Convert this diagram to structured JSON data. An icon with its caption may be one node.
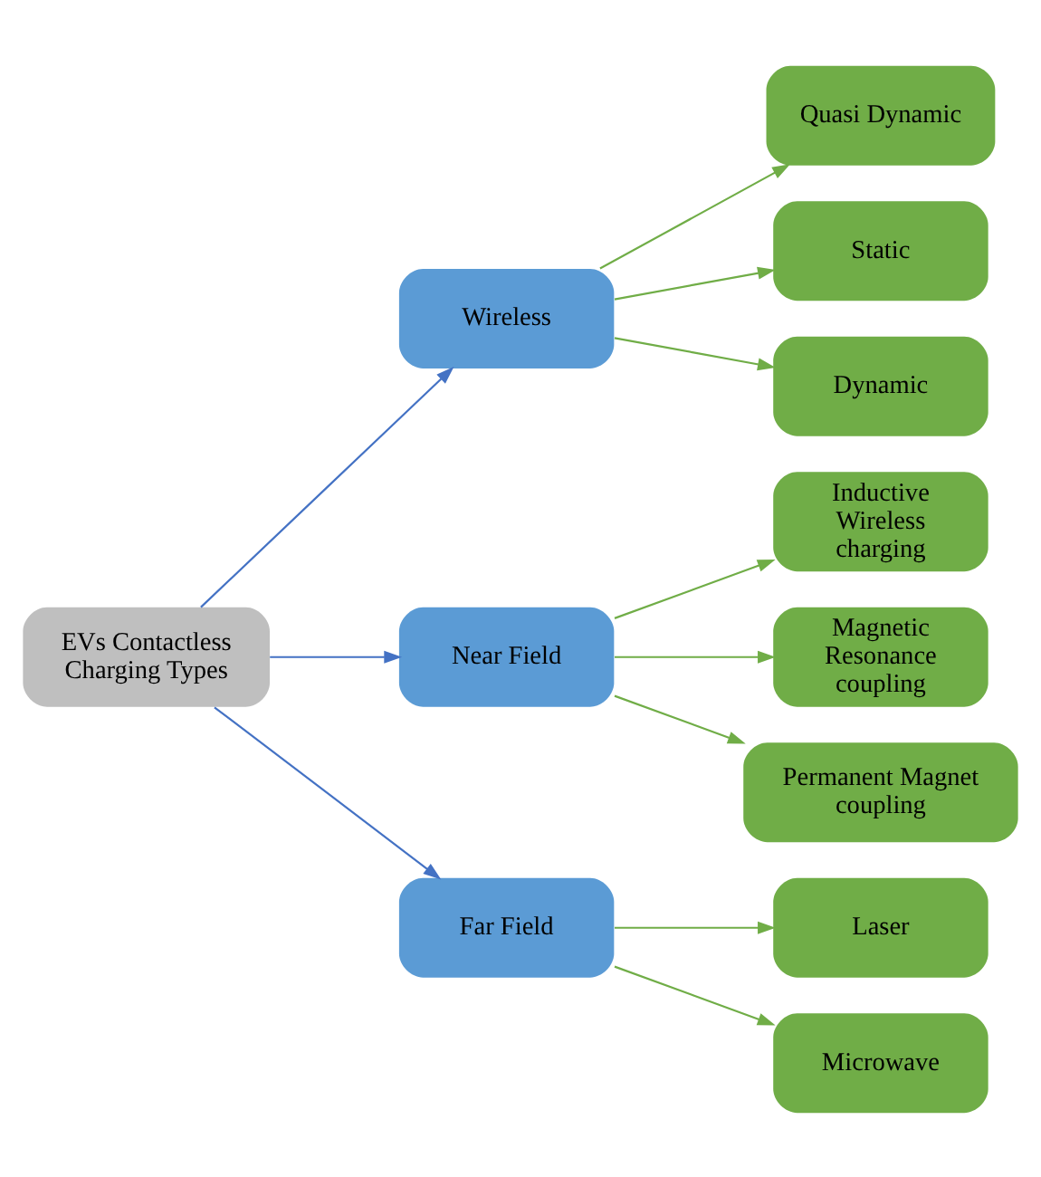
{
  "diagram": {
    "nodes": [
      {
        "text": [
          "EVs Contactless Charging Types"
        ]
      },
      {
        "text": [
          "Wireless"
        ]
      },
      {
        "text": [
          "Near Field"
        ]
      },
      {
        "text": [
          "Far Field"
        ]
      },
      {
        "text": [
          "Quasi Dynamic"
        ]
      },
      {
        "text": [
          "Static"
        ]
      },
      {
        "text": [
          "Dynamic"
        ]
      },
      {
        "text": [
          "Inductive Wireless charging"
        ]
      },
      {
        "text": [
          "Magnetic Resonance coupling"
        ]
      },
      {
        "text": [
          "Permanent Magnet coupling"
        ]
      },
      {
        "text": [
          "Laser"
        ]
      },
      {
        "text": [
          "Microwave"
        ]
      }
    ],
    "edges": [
      {
        "from": 0,
        "to": 1,
        "arrow": "to",
        "color": "#4472c4"
      },
      {
        "from": 0,
        "to": 2,
        "arrow": "to",
        "color": "#4472c4"
      },
      {
        "from": 0,
        "to": 3,
        "arrow": "to",
        "color": "#4472c4"
      },
      {
        "from": 1,
        "to": 4,
        "arrow": "to"
      },
      {
        "from": 1,
        "to": 5,
        "arrow": "to"
      },
      {
        "from": 1,
        "to": 6,
        "arrow": "to"
      },
      {
        "from": 2,
        "to": 7,
        "arrow": "to"
      },
      {
        "from": 2,
        "to": 8,
        "arrow": "to"
      },
      {
        "from": 2,
        "to": 9,
        "arrow": "to"
      },
      {
        "from": 3,
        "to": 10,
        "arrow": "to"
      },
      {
        "from": 3,
        "to": 11,
        "arrow": "to"
      }
    ]
  }
}
